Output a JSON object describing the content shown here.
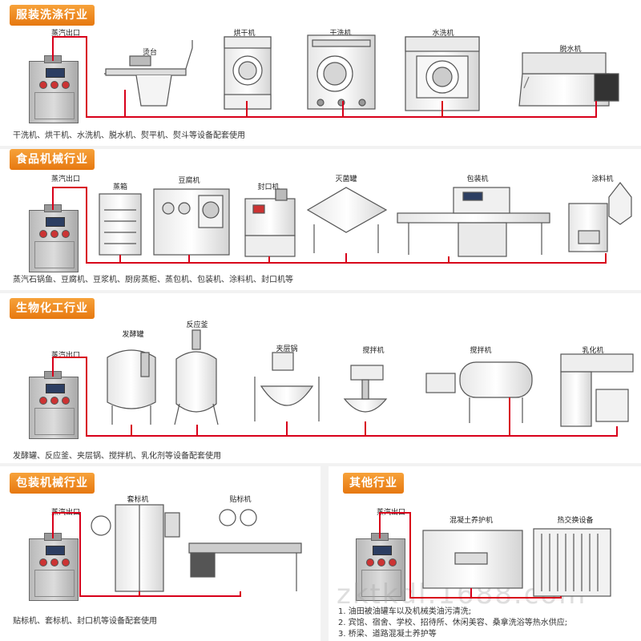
{
  "sections": {
    "s1": {
      "label": "服装洗涤行业",
      "steam_out": "蒸汽出口",
      "machines": [
        "烫台",
        "烘干机",
        "干洗机",
        "水洗机",
        "脱水机"
      ],
      "note": "干洗机、烘干机、水洗机、脱水机、熨平机、熨斗等设备配套使用"
    },
    "s2": {
      "label": "食品机械行业",
      "steam_out": "蒸汽出口",
      "machines": [
        "蒸箱",
        "豆腐机",
        "封口机",
        "灭菌罐",
        "包装机",
        "涂料机"
      ],
      "note": "蒸汽石锅鱼、豆腐机、豆浆机、厨房蒸柜、蒸包机、包装机、涂料机、封口机等"
    },
    "s3": {
      "label": "生物化工行业",
      "steam_out": "蒸汽出口",
      "machines": [
        "发酵罐",
        "反应釜",
        "夹层锅",
        "搅拌机",
        "搅拌机",
        "乳化机"
      ],
      "note": "发酵罐、反应釜、夹层锅、搅拌机、乳化剂等设备配套使用"
    },
    "s4": {
      "label": "包装机械行业",
      "steam_out": "蒸汽出口",
      "machines": [
        "套标机",
        "贴标机"
      ],
      "note": "贴标机、套标机、封口机等设备配套使用"
    },
    "s5": {
      "label": "其他行业",
      "steam_out": "蒸汽出口",
      "machines": [
        "混凝土养护机",
        "热交换设备"
      ],
      "notes": [
        "1. 油田被油罐车以及机械类油污清洗;",
        "2. 宾馆、宿舍、学校、招待所、休闲美容、桑拿洗浴等热水供应;",
        "3. 桥梁、道路混凝土养护等"
      ]
    }
  },
  "watermark": "zktkdl.1688.com",
  "colors": {
    "pipe": "#d8001a",
    "label": "#f08a1c"
  }
}
